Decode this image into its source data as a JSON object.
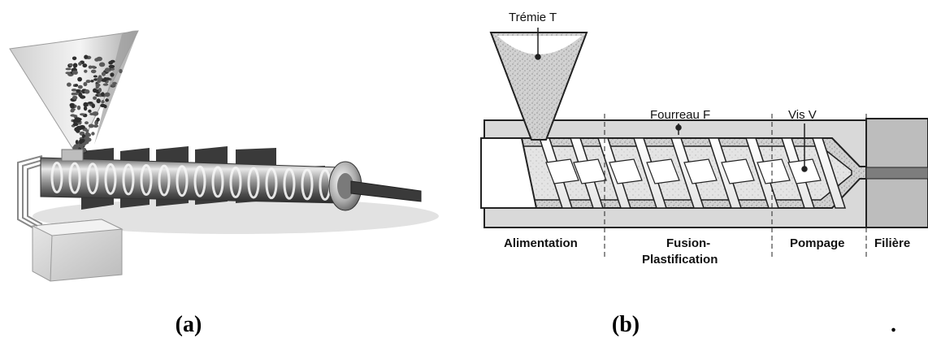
{
  "panel_a": {
    "caption": "(a)"
  },
  "panel_b": {
    "caption": "(b)",
    "labels": {
      "hopper": "Trémie T",
      "barrel": "Fourreau F",
      "screw": "Vis V"
    },
    "zones": [
      {
        "line1": "Alimentation",
        "line2": ""
      },
      {
        "line1": "Fusion-",
        "line2": "Plastification"
      },
      {
        "line1": "Pompage",
        "line2": ""
      },
      {
        "line1": "Filière",
        "line2": ""
      }
    ],
    "trailing_mark": "."
  }
}
